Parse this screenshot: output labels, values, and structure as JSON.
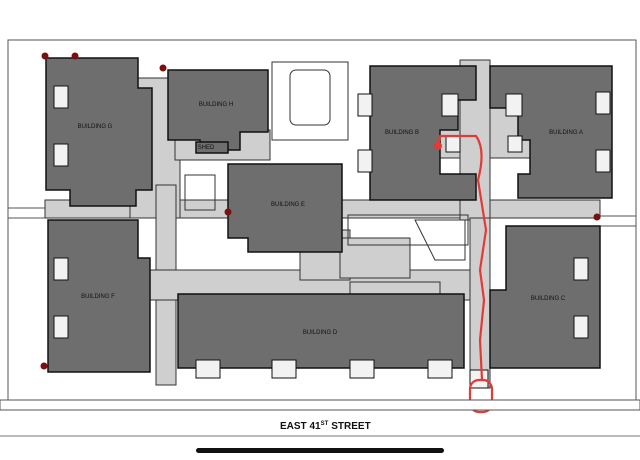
{
  "map": {
    "buildings": {
      "a": "BUILDING A",
      "b": "BUILDING B",
      "c": "BUILDING C",
      "d": "BUILDING D",
      "e": "BUILDING E",
      "f": "BUILDING F",
      "g": "BUILDING G",
      "h": "BUILDING H",
      "shed": "SHED"
    },
    "street": {
      "name": "EAST 41",
      "suffix": "ST",
      "type": "STREET"
    },
    "colors": {
      "building": "#6e6e6e",
      "walkway": "#cfcfcf",
      "route": "#e53935",
      "marker": "#7a1010"
    }
  }
}
